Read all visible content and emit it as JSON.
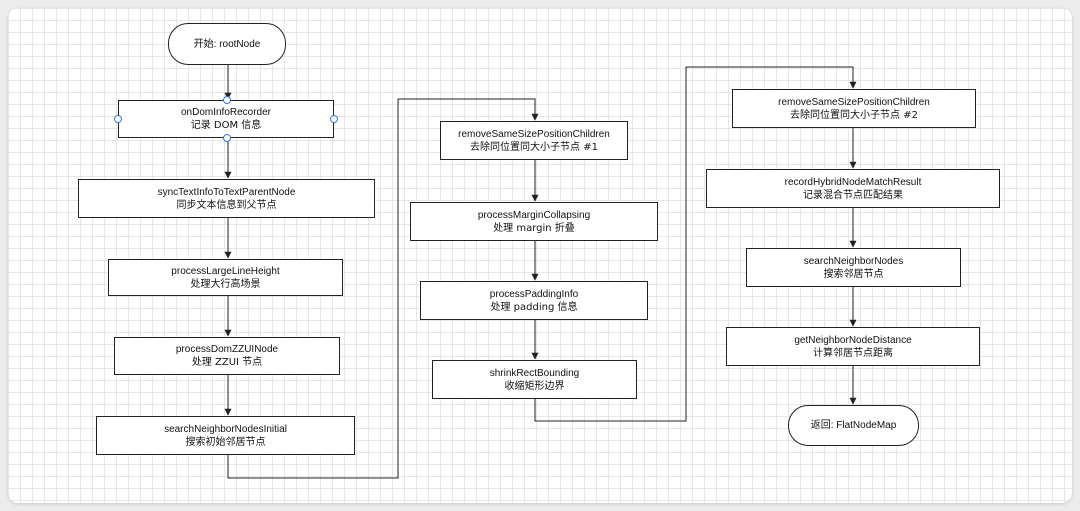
{
  "nodes": {
    "start": {
      "text": "开始: rootNode"
    },
    "onDomInfoRecorder": {
      "line1": "onDomInfoRecorder",
      "line2": "记录 DOM 信息"
    },
    "syncTextInfoToTextParentNode": {
      "line1": "syncTextInfoToTextParentNode",
      "line2": "同步文本信息到父节点"
    },
    "processLargeLineHeight": {
      "line1": "processLargeLineHeight",
      "line2": "处理大行高场景"
    },
    "processDomZZUINode": {
      "line1": "processDomZZUINode",
      "line2": "处理 ZZUI 节点"
    },
    "searchNeighborNodesInitial": {
      "line1": "searchNeighborNodesInitial",
      "line2": "搜索初始邻居节点"
    },
    "removeSameSizePositionChildren1": {
      "line1": "removeSameSizePositionChildren",
      "line2": "去除同位置同大小子节点 #1"
    },
    "processMarginCollapsing": {
      "line1": "processMarginCollapsing",
      "line2": "处理 margin 折叠"
    },
    "processPaddingInfo": {
      "line1": "processPaddingInfo",
      "line2": "处理 padding 信息"
    },
    "shrinkRectBounding": {
      "line1": "shrinkRectBounding",
      "line2": "收缩矩形边界"
    },
    "removeSameSizePositionChildren2": {
      "line1": "removeSameSizePositionChildren",
      "line2": "去除同位置同大小子节点 #2"
    },
    "recordHybridNodeMatchResult": {
      "line1": "recordHybridNodeMatchResult",
      "line2": "记录混合节点匹配结果"
    },
    "searchNeighborNodes": {
      "line1": "searchNeighborNodes",
      "line2": "搜索邻居节点"
    },
    "getNeighborNodeDistance": {
      "line1": "getNeighborNodeDistance",
      "line2": "计算邻居节点距离"
    },
    "end": {
      "text": "返回: FlatNodeMap"
    }
  },
  "flow": [
    "start",
    "onDomInfoRecorder",
    "syncTextInfoToTextParentNode",
    "processLargeLineHeight",
    "processDomZZUINode",
    "searchNeighborNodesInitial",
    "removeSameSizePositionChildren1",
    "processMarginCollapsing",
    "processPaddingInfo",
    "shrinkRectBounding",
    "removeSameSizePositionChildren2",
    "recordHybridNodeMatchResult",
    "searchNeighborNodes",
    "getNeighborNodeDistance",
    "end"
  ],
  "colors": {
    "stroke": "#222222",
    "handle": "#3a78c9",
    "grid": "#e6e6e6"
  }
}
